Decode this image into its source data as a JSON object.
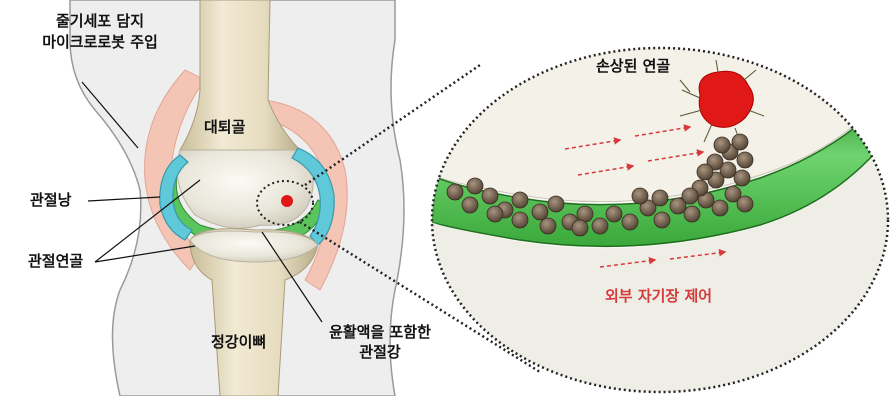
{
  "labels": {
    "stem_cell_line1": "줄기세포 담지",
    "stem_cell_line2": "마이크로로봇 주입",
    "femur": "대퇴골",
    "joint_capsule": "관절낭",
    "articular_cartilage": "관절연골",
    "tibia": "정강이뼈",
    "joint_cavity_line1": "윤활액을 포함한",
    "joint_cavity_line2": "관절강",
    "damaged_cartilage": "손상된 연골",
    "magnetic_control": "외부 자기장 제어"
  },
  "colors": {
    "bone": "#e6dcc0",
    "cartilage_green": "#5cc45c",
    "capsule_pink": "#f4c4b4",
    "meniscus_teal": "#5fc9d9",
    "damage_red": "#e01818",
    "arrow_red": "#d63a3a",
    "microrobot_brown": "#6b5a48"
  }
}
